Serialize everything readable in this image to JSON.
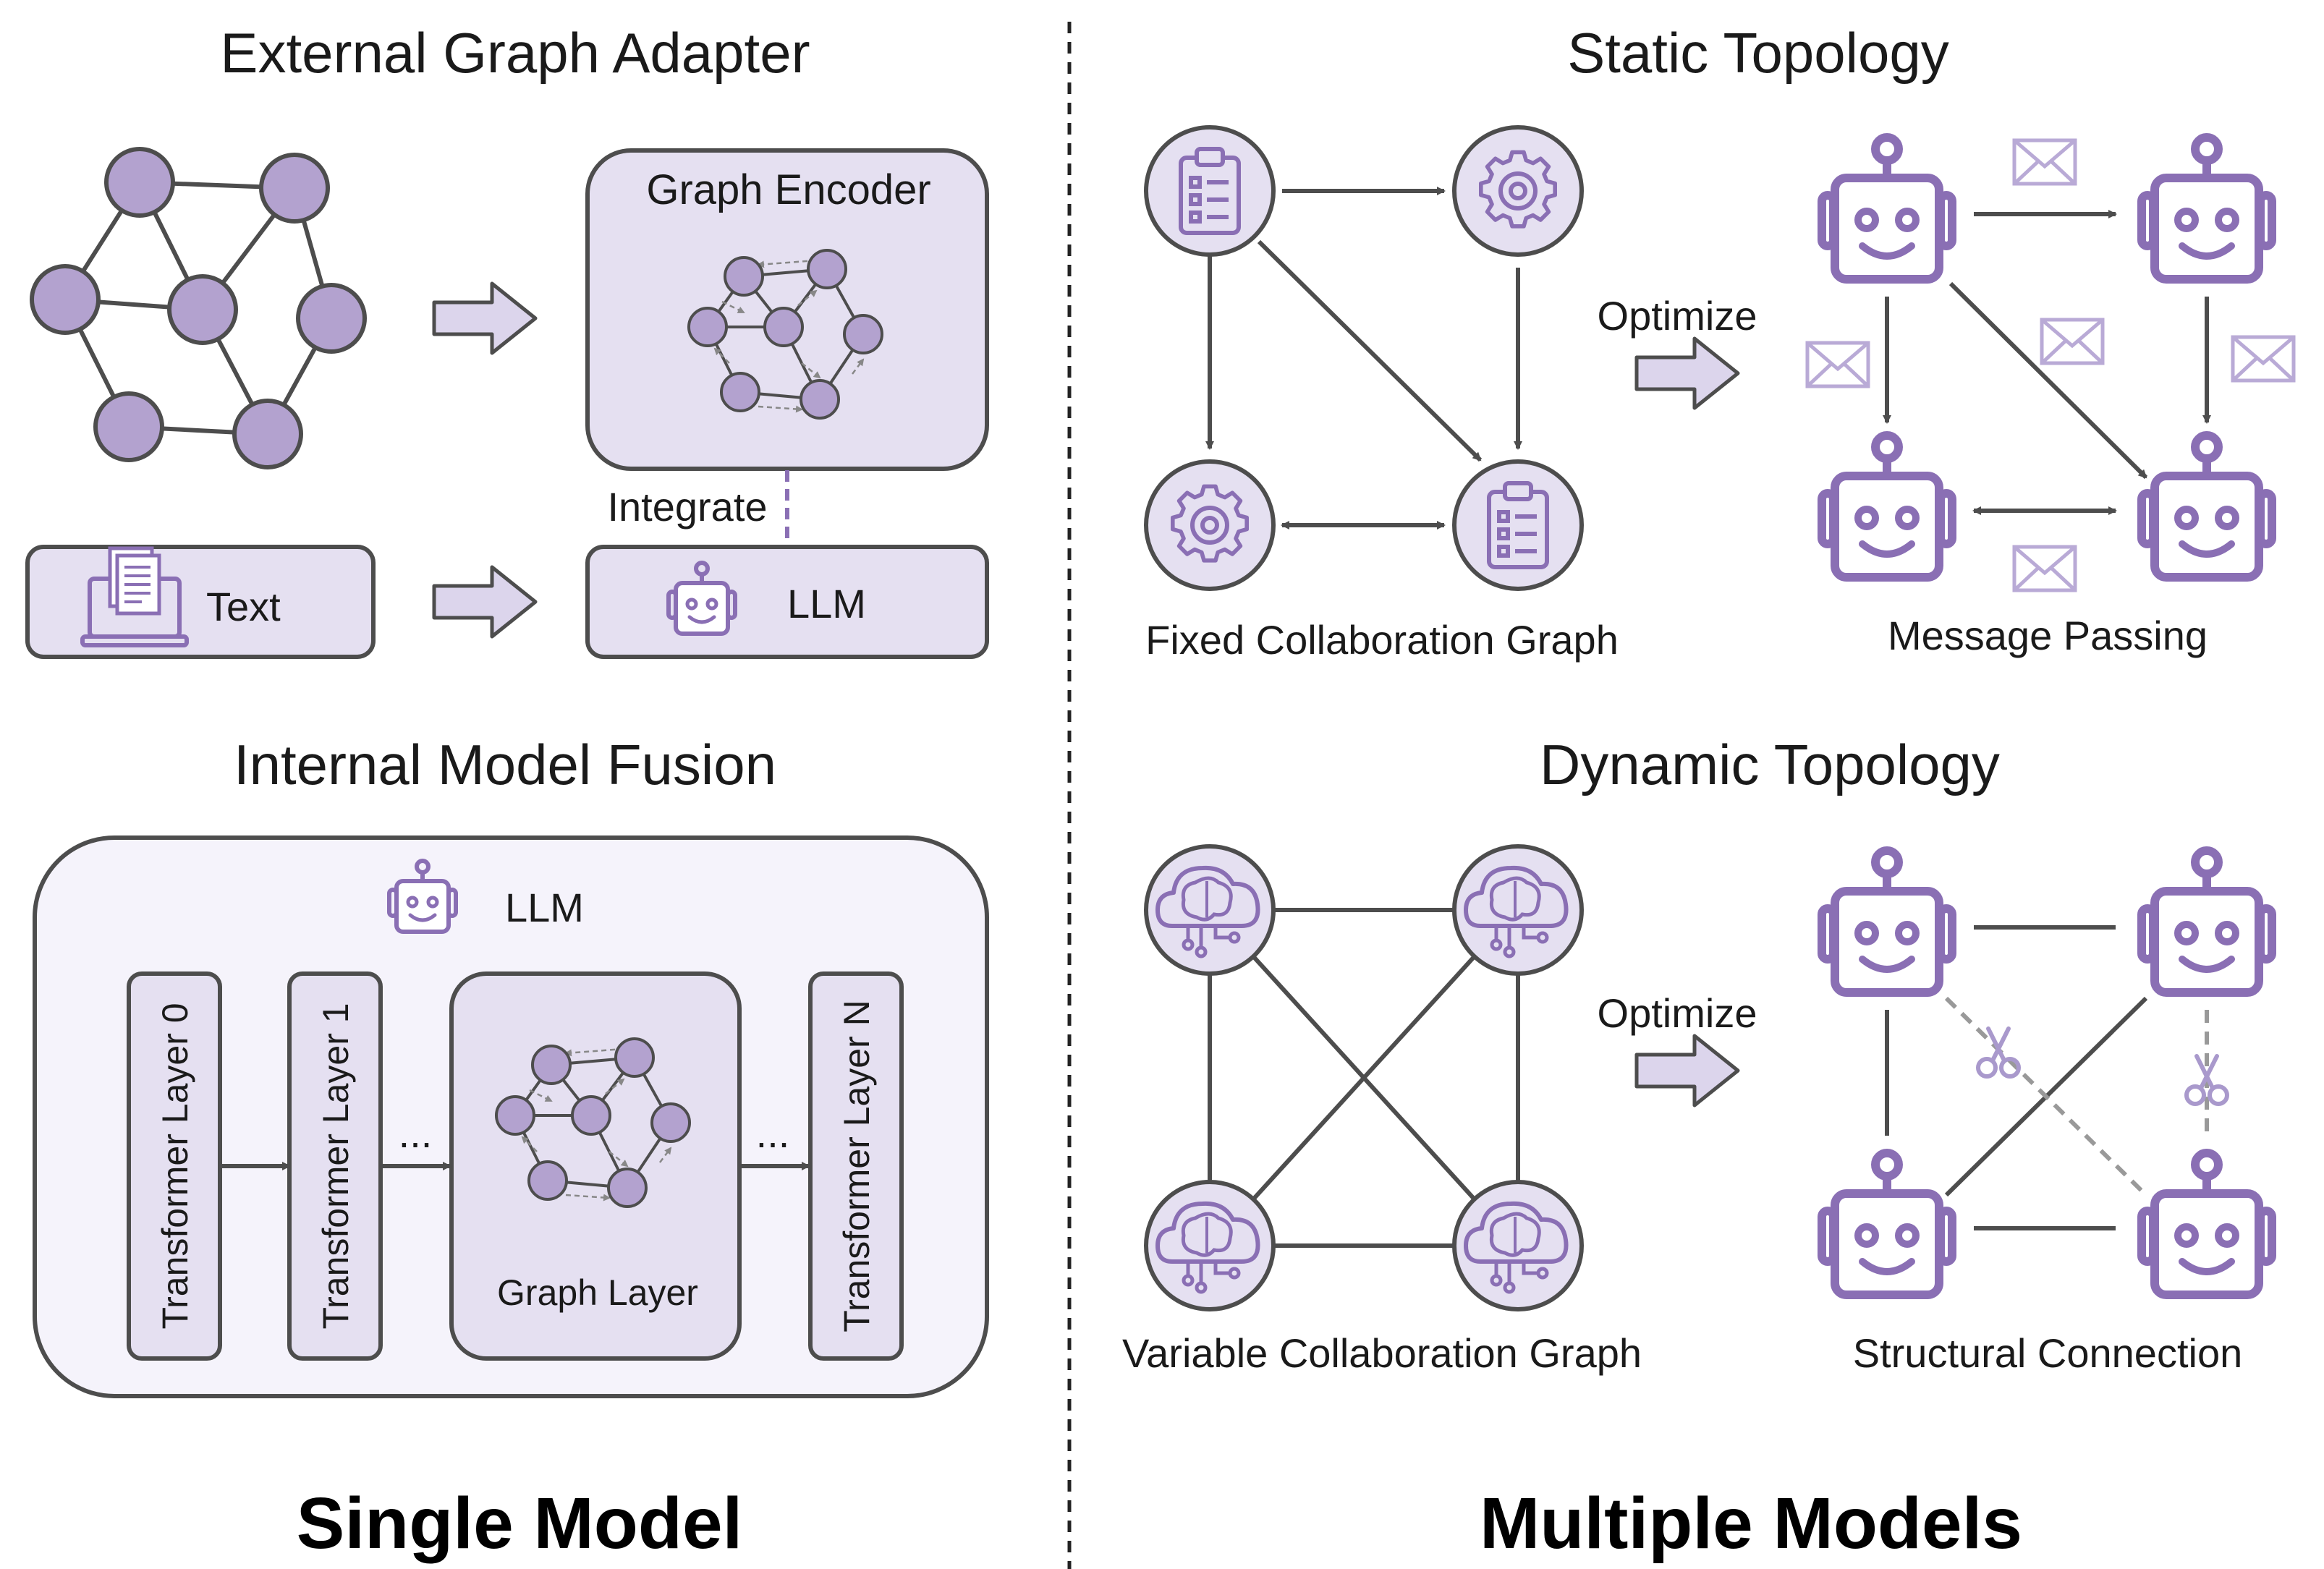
{
  "left": {
    "external_title": "External Graph Adapter",
    "graph_encoder_label": "Graph Encoder",
    "integrate_label": "Integrate",
    "text_label": "Text",
    "llm_label": "LLM",
    "internal_title": "Internal Model Fusion",
    "fusion_llm_label": "LLM",
    "layers": [
      "Transformer Layer 0",
      "Transformer Layer 1",
      "Transformer Layer N"
    ],
    "ellipsis": "...",
    "graph_layer_label": "Graph Layer",
    "footer": "Single Model"
  },
  "right": {
    "static_title": "Static Topology",
    "fixed_caption": "Fixed Collaboration Graph",
    "message_caption": "Message Passing",
    "optimize_label": "Optimize",
    "dynamic_title": "Dynamic Topology",
    "variable_caption": "Variable Collaboration Graph",
    "structural_caption": "Structural Connection",
    "footer": "Multiple Models"
  },
  "colors": {
    "node_fill": "#b3a2cf",
    "panel_fill": "#e5e0f1",
    "panel_light": "#f5f3fb",
    "robot": "#8a6fb4",
    "line": "#4d4d4d"
  }
}
